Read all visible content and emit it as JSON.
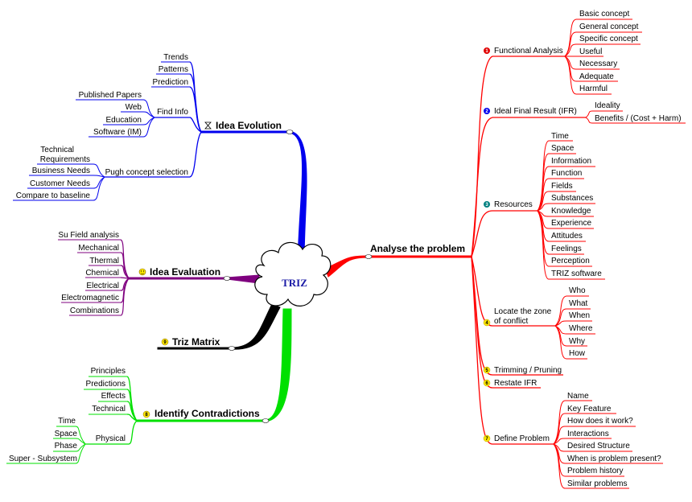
{
  "center": {
    "label": "TRIZ"
  },
  "colors": {
    "red": "#ff0000",
    "blue": "#0000ee",
    "purple": "#7f007f",
    "black": "#000000",
    "green": "#00e000"
  },
  "branches": {
    "analyse": {
      "title": "Analyse the problem",
      "functional_analysis": {
        "num": "1",
        "label": "Functional Analysis",
        "items": [
          "Basic concept",
          "General concept",
          "Specific concept",
          "Useful",
          "Necessary",
          "Adequate",
          "Harmful"
        ]
      },
      "ideal_final_result": {
        "num": "2",
        "label": "Ideal Final Result (IFR)",
        "items": [
          "Ideality",
          "Benefits / (Cost + Harm)"
        ]
      },
      "resources": {
        "num": "3",
        "label": "Resources",
        "items": [
          "Time",
          "Space",
          "Information",
          "Function",
          "Fields",
          "Substances",
          "Knowledge",
          "Experience",
          "Attitudes",
          "Feelings",
          "Perception",
          "TRIZ software"
        ]
      },
      "locate_zone": {
        "num": "4",
        "label_line1": "Locate the zone",
        "label_line2": "of conflict",
        "items": [
          "Who",
          "What",
          "When",
          "Where",
          "Why",
          "How"
        ]
      },
      "trimming": {
        "num": "5",
        "label": "Trimming / Pruning"
      },
      "restate": {
        "num": "6",
        "label": "Restate IFR"
      },
      "define_problem": {
        "num": "7",
        "label": "Define Problem",
        "items": [
          "Name",
          "Key Feature",
          "How does it work?",
          "Interactions",
          "Desired Structure",
          "When is problem present?",
          "Problem history",
          "Similar problems"
        ]
      }
    },
    "idea_evolution": {
      "title": "Idea Evolution",
      "top_items": [
        "Trends",
        "Patterns",
        "Prediction"
      ],
      "find_info": {
        "label": "Find Info",
        "items": [
          "Published Papers",
          "Web",
          "Education",
          "Software (IM)"
        ]
      },
      "pugh": {
        "label": "Pugh concept selection",
        "items": [
          "Technical Requirements",
          "Business Needs",
          "Customer Needs",
          "Compare to baseline"
        ],
        "first_line1": "Technical",
        "first_line2": "Requirements"
      }
    },
    "idea_evaluation": {
      "title": "Idea Evaluation",
      "items": [
        "Su Field analysis",
        "Mechanical",
        "Thermal",
        "Chemical",
        "Electrical",
        "Electromagnetic",
        "Combinations"
      ]
    },
    "triz_matrix": {
      "num": "9",
      "title": "Triz Matrix"
    },
    "identify_contradictions": {
      "num": "8",
      "title": "Identify Contradictions",
      "items": [
        "Principles",
        "Predictions",
        "Effects",
        "Technical"
      ],
      "physical": {
        "label": "Physical",
        "items": [
          "Time",
          "Space",
          "Phase",
          "Super - Subsystem"
        ]
      }
    }
  }
}
